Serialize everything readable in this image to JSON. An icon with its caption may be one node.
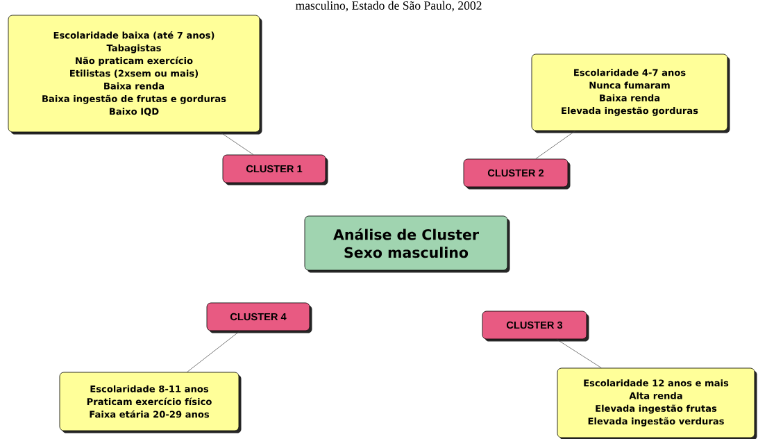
{
  "diagram": {
    "nodes": [
      {
        "text": [
          "Escolaridade baixa (até 7 anos)",
          "Tabagistas",
          "Não praticam exercício",
          "Etilistas (2xsem ou mais)",
          "Baixa renda",
          "Baixa ingestão de frutas e gorduras",
          "Baixo IQD"
        ]
      },
      {
        "text": [
          "Escolaridade 4-7 anos",
          "Nunca fumaram",
          "Baixa renda",
          "Elevada ingestão gorduras"
        ]
      },
      {
        "text": [
          "CLUSTER 1"
        ]
      },
      {
        "text": [
          "CLUSTER 2"
        ]
      },
      {
        "text": [
          "Análise de Cluster",
          "Sexo masculino"
        ]
      },
      {
        "text": [
          "CLUSTER 4"
        ]
      },
      {
        "text": [
          "CLUSTER 3"
        ]
      },
      {
        "text": [
          "Escolaridade 8-11 anos",
          "Praticam exercício físico",
          "Faixa etária 20-29 anos"
        ]
      },
      {
        "text": [
          "Escolaridade 12 anos e mais",
          "Alta renda",
          "Elevada ingestão frutas",
          "Elevada ingestão verduras"
        ]
      }
    ],
    "edges": [
      {
        "from": 0,
        "to": 2,
        "arrow": "none"
      },
      {
        "from": 1,
        "to": 3,
        "arrow": "none"
      },
      {
        "from": 5,
        "to": 7,
        "arrow": "none"
      },
      {
        "from": 6,
        "to": 8,
        "arrow": "none"
      }
    ],
    "labels": [
      "masculino, Estado de São Paulo, 2002"
    ]
  }
}
